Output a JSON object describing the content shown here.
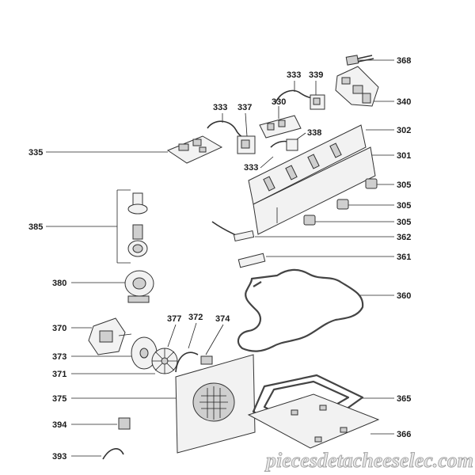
{
  "watermark": "piecesdetacheeselec.com",
  "labels": {
    "l368": "368",
    "l333a": "333",
    "l339": "339",
    "l340": "340",
    "l333b": "333",
    "l337": "337",
    "l330": "330",
    "l338": "338",
    "l302": "302",
    "l335": "335",
    "l301": "301",
    "l333c": "333",
    "l305a": "305",
    "l305b": "305",
    "l305c": "305",
    "l385": "385",
    "l362": "362",
    "l361": "361",
    "l380": "380",
    "l360": "360",
    "l377": "377",
    "l372": "372",
    "l374": "374",
    "l370": "370",
    "l373": "373",
    "l371": "371",
    "l375": "375",
    "l365": "365",
    "l394": "394",
    "l366": "366",
    "l393": "393"
  }
}
